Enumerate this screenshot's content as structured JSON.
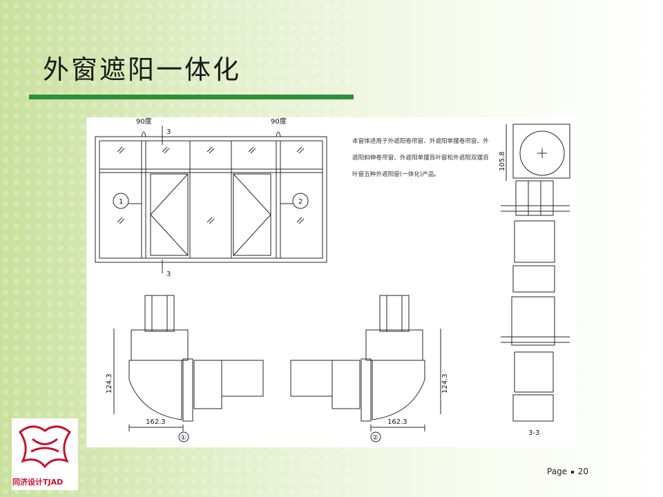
{
  "slide": {
    "title": "外窗遮阳一体化",
    "page_label": "Page",
    "page_number": "20"
  },
  "description": "本窗体适用于外遮阳卷帘窗、外遮阳单摆卷帘窗、外遮阳斜伸卷帘窗、外遮阳单摆百叶窗和外遮阳双摆百叶窗五种外遮阳窗(一体化)产品。",
  "drawing": {
    "angle_left": "90度",
    "angle_right": "90度",
    "section_mark_top": "3",
    "section_mark_bottom": "3",
    "callout_1": "1",
    "callout_2": "2",
    "dim_height_left": "124.3",
    "dim_width_left": "162.3",
    "dim_width_right": "162.3",
    "dim_height_right": "124.3",
    "dim_box_height": "105.8",
    "detail_label_1": "①",
    "detail_label_2": "②",
    "section_label": "3-3"
  },
  "logo": {
    "text": "同济设计TJAD"
  },
  "colors": {
    "accent_green": "#2f8f3a",
    "bg_green": "#cfe3a6",
    "logo_red": "#c8102e"
  }
}
